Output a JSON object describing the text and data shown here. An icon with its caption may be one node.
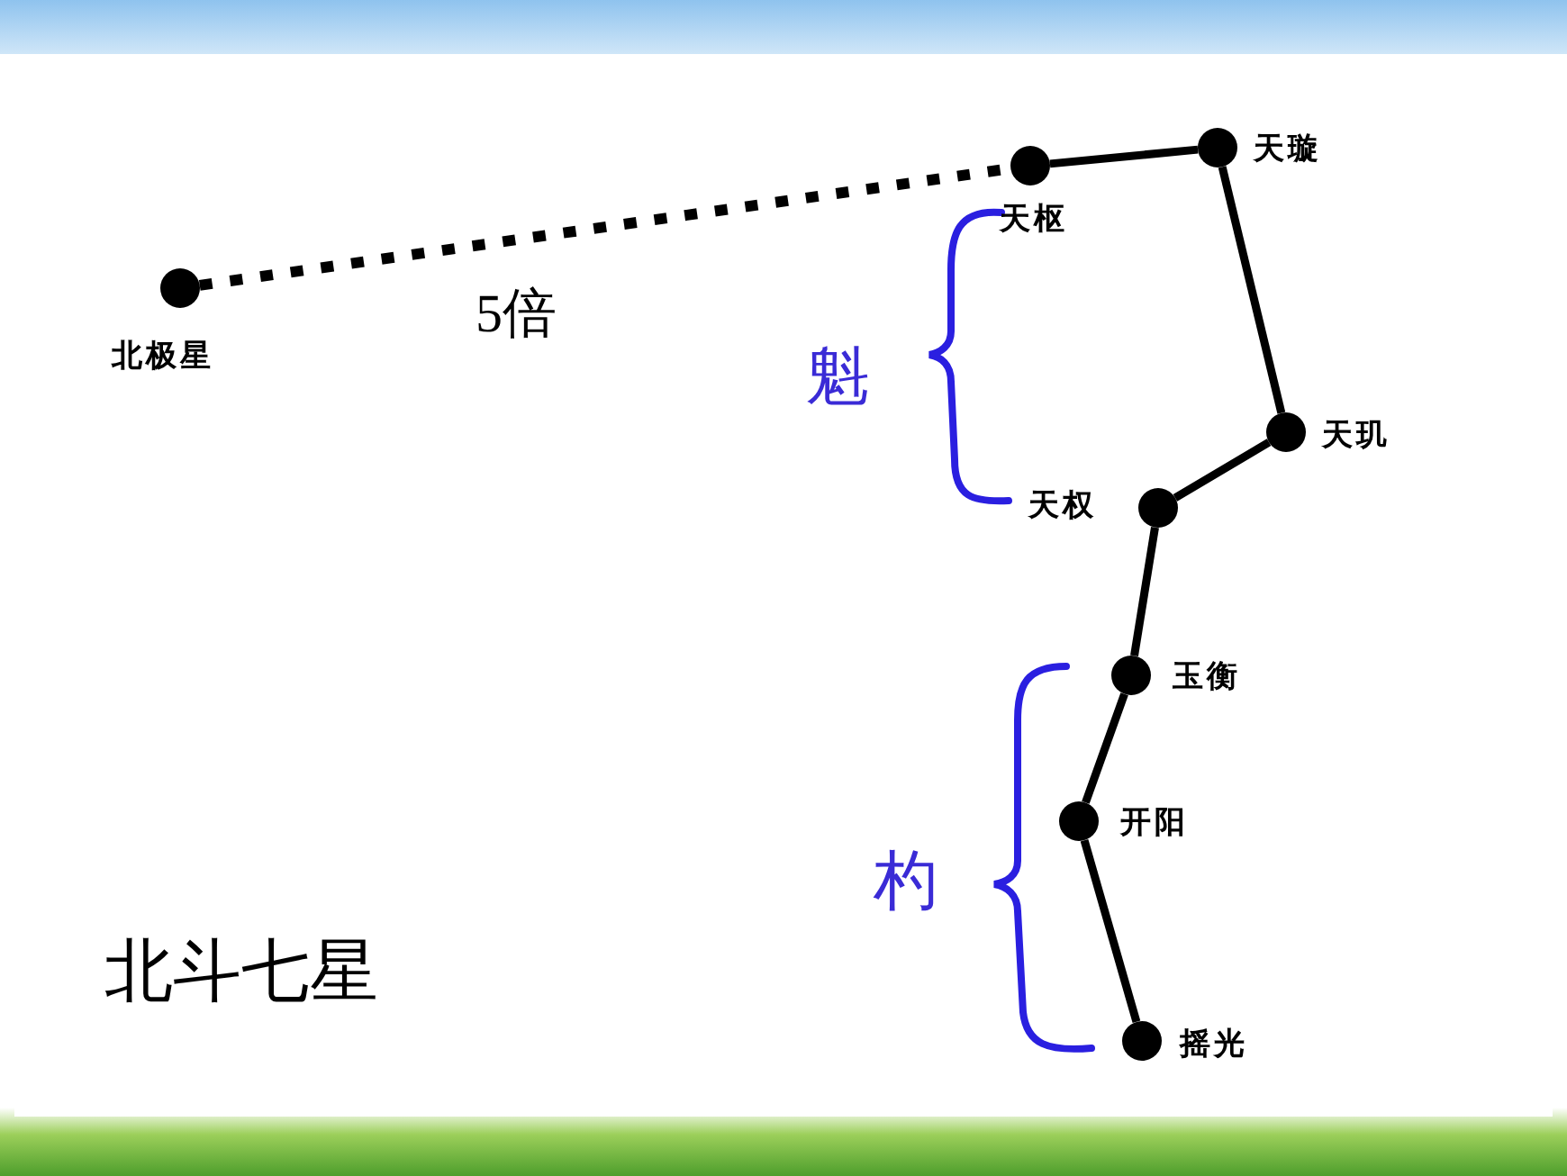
{
  "diagram": {
    "nodes": [
      {
        "text": [],
        "shape": "circle",
        "beside": [
          "北极星"
        ]
      },
      {
        "text": [],
        "shape": "circle",
        "beside": [
          "天枢"
        ]
      },
      {
        "text": [],
        "shape": "circle",
        "beside": [
          "天璇"
        ]
      },
      {
        "text": [],
        "shape": "circle",
        "beside": [
          "天玑"
        ]
      },
      {
        "text": [],
        "shape": "circle",
        "beside": [
          "天权"
        ]
      },
      {
        "text": [],
        "shape": "circle",
        "beside": [
          "玉衡"
        ]
      },
      {
        "text": [],
        "shape": "circle",
        "beside": [
          "开阳"
        ]
      },
      {
        "text": [],
        "shape": "circle",
        "beside": [
          "摇光"
        ]
      }
    ],
    "edges": [
      {
        "from": 0,
        "to": 1,
        "arrow": "none",
        "style": "dashed",
        "label": "5倍"
      },
      {
        "from": 1,
        "to": 2,
        "arrow": "none"
      },
      {
        "from": 2,
        "to": 3,
        "arrow": "none"
      },
      {
        "from": 3,
        "to": 4,
        "arrow": "none"
      },
      {
        "from": 4,
        "to": 5,
        "arrow": "none"
      },
      {
        "from": 5,
        "to": 6,
        "arrow": "none"
      },
      {
        "from": 6,
        "to": 7,
        "arrow": "none"
      }
    ],
    "labels": [
      "魁",
      "杓",
      "北斗七星"
    ]
  }
}
